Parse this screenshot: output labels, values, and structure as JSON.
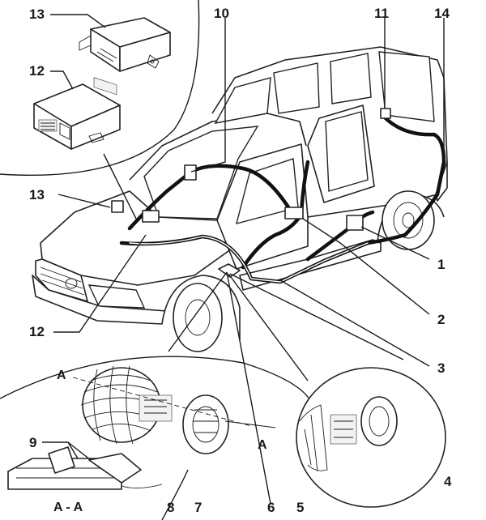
{
  "callouts": {
    "c1": "1",
    "c2": "2",
    "c3": "3",
    "c4": "4",
    "c5": "5",
    "c6": "6",
    "c7": "7",
    "c8": "8",
    "c9": "9",
    "c10": "10",
    "c11": "11",
    "c12_top": "12",
    "c12_bottom": "12",
    "c13_top": "13",
    "c13_mid": "13",
    "c14": "14"
  },
  "section_labels": {
    "a_left": "A",
    "a_right": "A",
    "a_a": "A - A"
  }
}
